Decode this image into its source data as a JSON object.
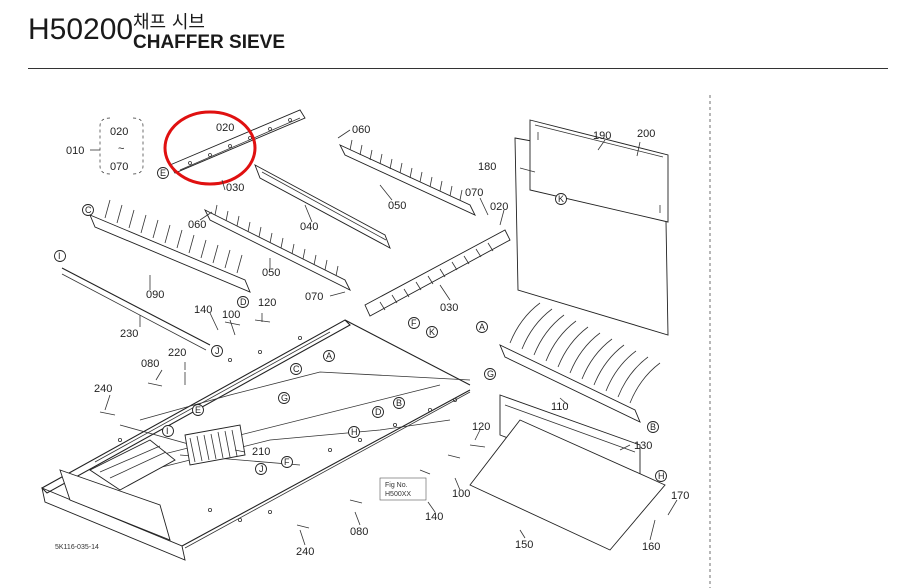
{
  "header": {
    "part_code": "H50200",
    "title_korean": "채프 시브",
    "title_english": "CHAFFER SIEVE"
  },
  "diagram": {
    "range_group": {
      "from": "020",
      "tilde": "~",
      "to": "070",
      "parent": "010"
    },
    "part_labels": {
      "p020a": "020",
      "p060a": "060",
      "p030a": "030",
      "p050a": "050",
      "p040": "040",
      "p060b": "060",
      "p050b": "050",
      "p070a": "070",
      "p070b": "070",
      "p020b": "020",
      "p030b": "030",
      "p090": "090",
      "p230": "230",
      "p140a": "140",
      "p120a": "120",
      "p100a": "100",
      "p220": "220",
      "p080a": "080",
      "p240a": "240",
      "p210": "210",
      "p180": "180",
      "p190": "190",
      "p200": "200",
      "p110": "110",
      "p130": "130",
      "p120b": "120",
      "p100b": "100",
      "p140b": "140",
      "p080b": "080",
      "p240b": "240",
      "p150": "150",
      "p160": "160",
      "p170": "170"
    },
    "ref_letters": {
      "E1": "E",
      "C1": "C",
      "I1": "I",
      "D1": "D",
      "J1": "J",
      "A1": "A",
      "C2": "C",
      "G1": "G",
      "E2": "E",
      "I2": "I",
      "J2": "J",
      "F1": "F",
      "K1": "K",
      "B1": "B",
      "D2": "D",
      "H1": "H",
      "F2": "F",
      "K2": "K",
      "A2": "A",
      "G2": "G",
      "B2": "B",
      "H2": "H"
    },
    "fig_note": {
      "line1": "Fig No.",
      "line2": "H500XX"
    },
    "drawing_number": "5K116-035-14",
    "highlight_color": "#e01010"
  }
}
